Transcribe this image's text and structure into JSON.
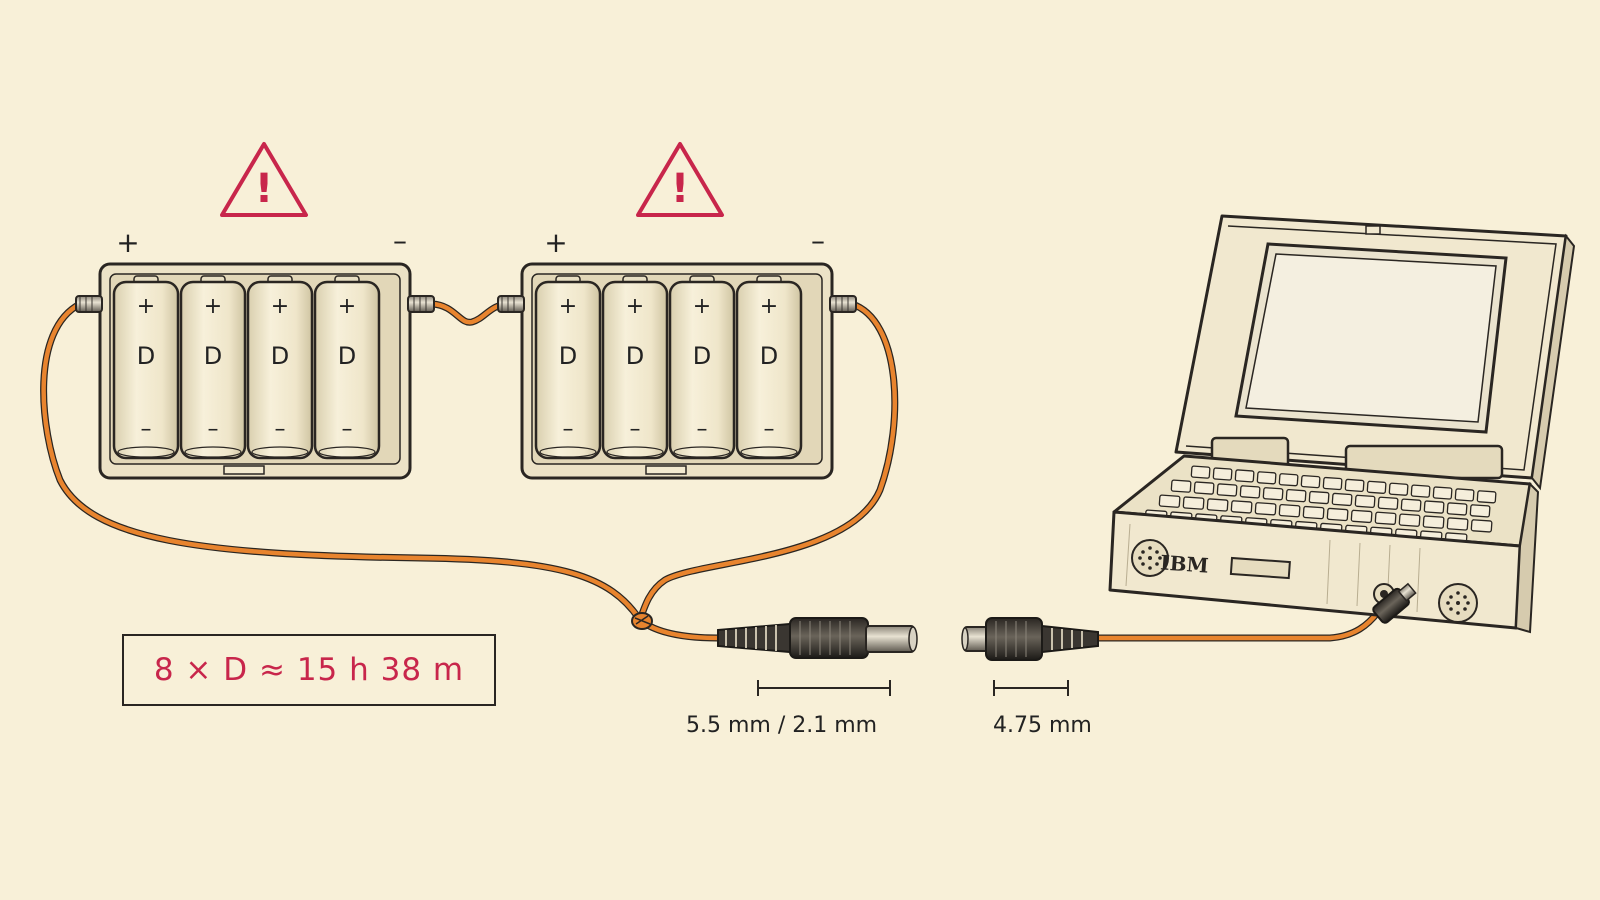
{
  "summary": {
    "text": "8 × D ≈ 15 h 38 m"
  },
  "battery_packs": [
    {
      "plus_label": "+",
      "minus_label": "–",
      "cells": [
        {
          "top": "+",
          "label": "D",
          "bottom": "–"
        },
        {
          "top": "+",
          "label": "D",
          "bottom": "–"
        },
        {
          "top": "+",
          "label": "D",
          "bottom": "–"
        },
        {
          "top": "+",
          "label": "D",
          "bottom": "–"
        }
      ]
    },
    {
      "plus_label": "+",
      "minus_label": "–",
      "cells": [
        {
          "top": "+",
          "label": "D",
          "bottom": "–"
        },
        {
          "top": "+",
          "label": "D",
          "bottom": "–"
        },
        {
          "top": "+",
          "label": "D",
          "bottom": "–"
        },
        {
          "top": "+",
          "label": "D",
          "bottom": "–"
        }
      ]
    }
  ],
  "warnings": [
    {
      "symbol": "!"
    },
    {
      "symbol": "!"
    }
  ],
  "connectors": {
    "barrel_label": "5.5 mm / 2.1 mm",
    "plug_label": "4.75 mm"
  },
  "laptop": {
    "brand": "IBM"
  },
  "colors": {
    "background": "#f8f0d8",
    "wire": "#e8842e",
    "ink": "#2a2622",
    "warning": "#c8264b",
    "cell_fill": "#f3ead0",
    "case_fill": "#ece2c6"
  }
}
